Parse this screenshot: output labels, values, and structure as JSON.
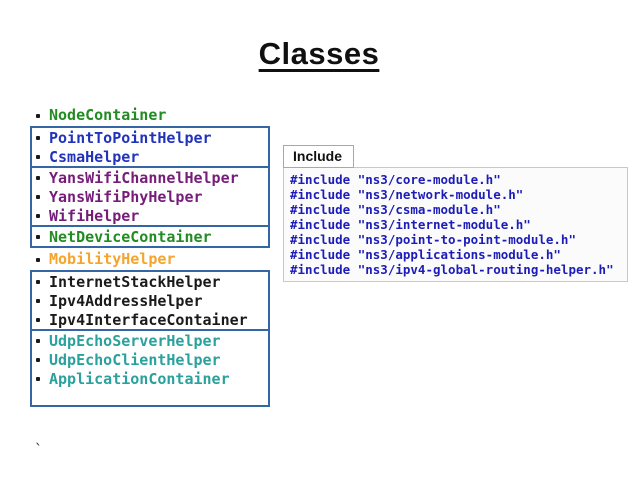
{
  "palette": {
    "green": "#228B22",
    "blue": "#2233BB",
    "purple": "#761D79",
    "orange": "#F5A42C",
    "black": "#1A1A1A",
    "teal": "#2AA19C",
    "box_border": "#3465A4",
    "code_text": "#1C1CB8"
  },
  "slide": {
    "title": "Classes",
    "stray_mark": "`"
  },
  "class_list": {
    "groups": [
      {
        "boxed": false,
        "items": [
          {
            "label": "NodeContainer",
            "color": "green"
          }
        ]
      },
      {
        "boxed": true,
        "items": [
          {
            "label": "PointToPointHelper",
            "color": "blue"
          },
          {
            "label": "CsmaHelper",
            "color": "blue"
          }
        ]
      },
      {
        "boxed": true,
        "items": [
          {
            "label": "YansWifiChannelHelper",
            "color": "purple"
          },
          {
            "label": "YansWifiPhyHelper",
            "color": "purple"
          },
          {
            "label": "WifiHelper",
            "color": "purple"
          }
        ]
      },
      {
        "boxed": true,
        "items": [
          {
            "label": "NetDeviceContainer",
            "color": "green"
          }
        ]
      },
      {
        "boxed": false,
        "items": [
          {
            "label": "MobilityHelper",
            "color": "orange"
          }
        ]
      },
      {
        "boxed": true,
        "items": [
          {
            "label": "InternetStackHelper",
            "color": "black"
          },
          {
            "label": "Ipv4AddressHelper",
            "color": "black"
          },
          {
            "label": "Ipv4InterfaceContainer",
            "color": "black"
          }
        ]
      },
      {
        "boxed": true,
        "pad_bottom": true,
        "items": [
          {
            "label": "UdpEchoServerHelper",
            "color": "teal"
          },
          {
            "label": "UdpEchoClientHelper",
            "color": "teal"
          },
          {
            "label": "ApplicationContainer",
            "color": "teal"
          }
        ]
      }
    ]
  },
  "include_panel": {
    "tab_label": "Include",
    "code_lines": [
      "#include \"ns3/core-module.h\"",
      "#include \"ns3/network-module.h\"",
      "#include \"ns3/csma-module.h\"",
      "#include \"ns3/internet-module.h\"",
      "#include \"ns3/point-to-point-module.h\"",
      "#include \"ns3/applications-module.h\"",
      "#include \"ns3/ipv4-global-routing-helper.h\""
    ]
  }
}
